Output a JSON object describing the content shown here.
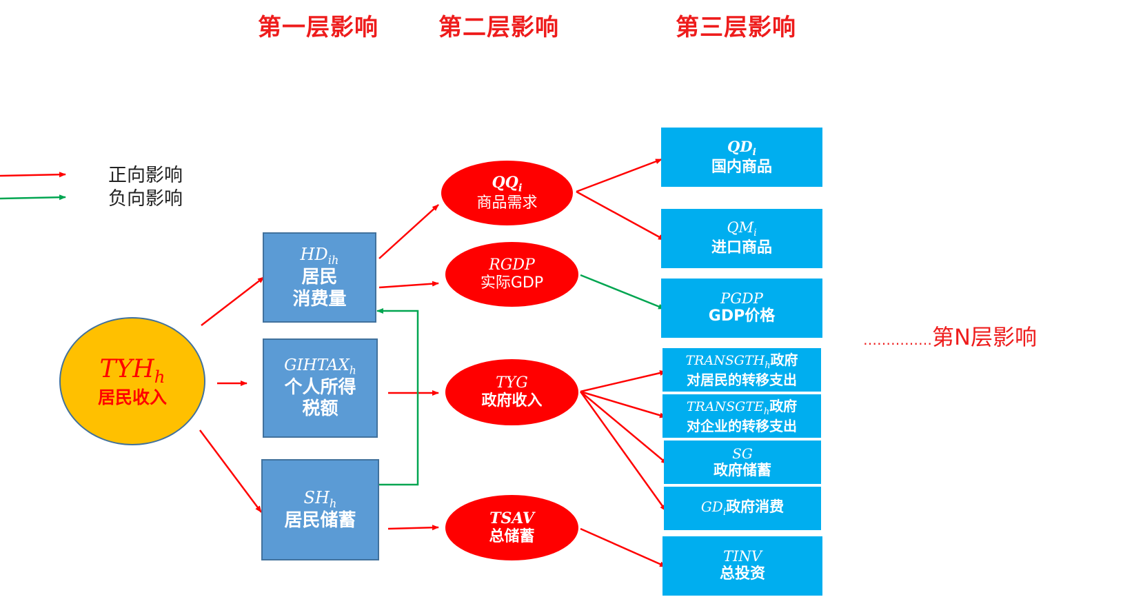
{
  "headers": {
    "layer1": "第一层影响",
    "layer2": "第二层影响",
    "layer3": "第三层影响"
  },
  "legend": {
    "positive": "正向影响",
    "negative": "负向影响"
  },
  "colors": {
    "positive_arrow": "#ff0000",
    "negative_arrow": "#00a550",
    "blue_box": "#5b9bd5",
    "cyan_box": "#00aeef",
    "red_ellipse": "#ff0000",
    "yellow_ellipse": "#ffc000"
  },
  "nodes": {
    "tyh": {
      "sym": "TYH",
      "sub": "h",
      "label": "居民收入"
    },
    "hd": {
      "sym": "HD",
      "sub": "ih",
      "label1": "居民",
      "label2": "消费量"
    },
    "gihtax": {
      "sym": "GIHTAX",
      "sub": "h",
      "label1": "个人所得",
      "label2": "税额"
    },
    "sh": {
      "sym": "SH",
      "sub": "h",
      "label": "居民储蓄"
    },
    "qq": {
      "sym": "QQ",
      "sub": "i",
      "label": "商品需求"
    },
    "rgdp": {
      "sym": "RGDP",
      "label": "实际GDP"
    },
    "tyg": {
      "sym": "TYG",
      "label": "政府收入"
    },
    "tsav": {
      "sym": "TSAV",
      "label": "总储蓄"
    },
    "qd": {
      "sym": "QD",
      "sub": "i",
      "label": "国内商品"
    },
    "qm": {
      "sym": "QM",
      "sub": "i",
      "label": "进口商品"
    },
    "pgdp": {
      "sym": "PGDP",
      "label": "GDP价格"
    },
    "transgth": {
      "sym": "TRANSGTH",
      "sub": "h",
      "suffix": "政府",
      "label": "对居民的转移支出"
    },
    "transgte": {
      "sym": "TRANSGTE",
      "sub": "h",
      "suffix": "政府",
      "label": "对企业的转移支出"
    },
    "sg": {
      "sym": "SG",
      "label": "政府储蓄"
    },
    "gd": {
      "sym": "GD",
      "sub": "i",
      "suffix": "政府消费"
    },
    "tinv": {
      "sym": "TINV",
      "label": "总投资"
    }
  },
  "nth_layer": {
    "dots": "……………",
    "label": "第N层影响"
  }
}
